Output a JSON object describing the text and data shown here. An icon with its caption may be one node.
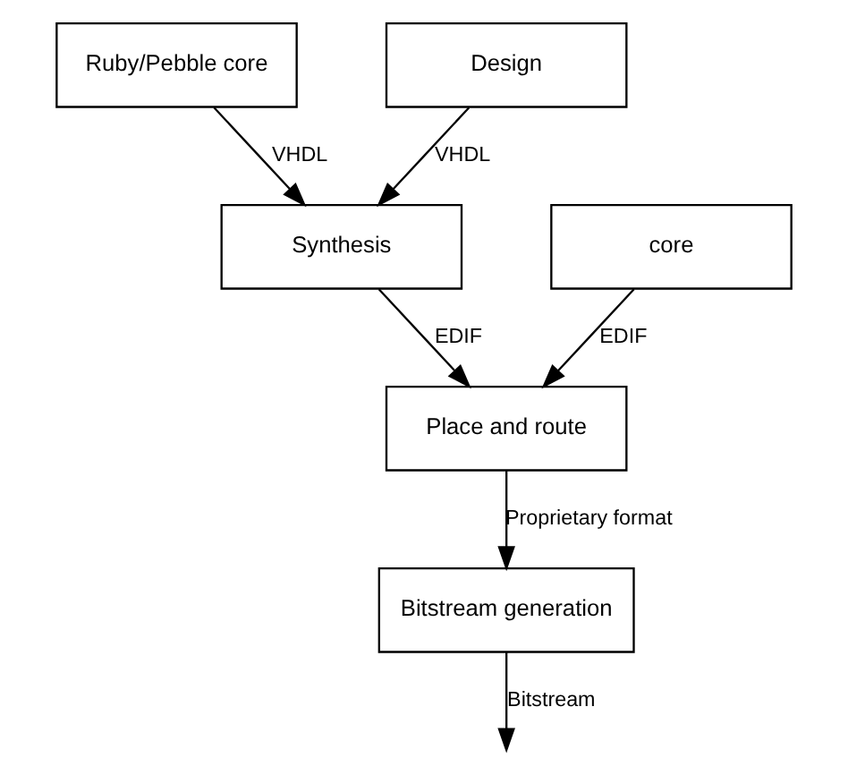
{
  "diagram": {
    "nodes": [
      {
        "text": [
          "Ruby/Pebble core"
        ]
      },
      {
        "text": [
          "Design"
        ]
      },
      {
        "text": [
          "core"
        ]
      },
      {
        "text": [
          "Synthesis"
        ]
      },
      {
        "text": [
          "Place and route"
        ]
      },
      {
        "text": [
          "Bitstream generation"
        ]
      }
    ],
    "edges": [
      {
        "from": 0,
        "to": 3,
        "arrow": "to",
        "label": "VHDL"
      },
      {
        "from": 1,
        "to": 3,
        "arrow": "to",
        "label": "VHDL"
      },
      {
        "from": 2,
        "to": 4,
        "arrow": "to",
        "label": "EDIF"
      },
      {
        "from": 3,
        "to": 4,
        "arrow": "to",
        "label": "EDIF"
      },
      {
        "from": 4,
        "to": 5,
        "arrow": "to",
        "label": "Proprietary format"
      },
      {
        "from": 5,
        "to": null,
        "arrow": "to",
        "label": "Bitstream"
      }
    ]
  }
}
